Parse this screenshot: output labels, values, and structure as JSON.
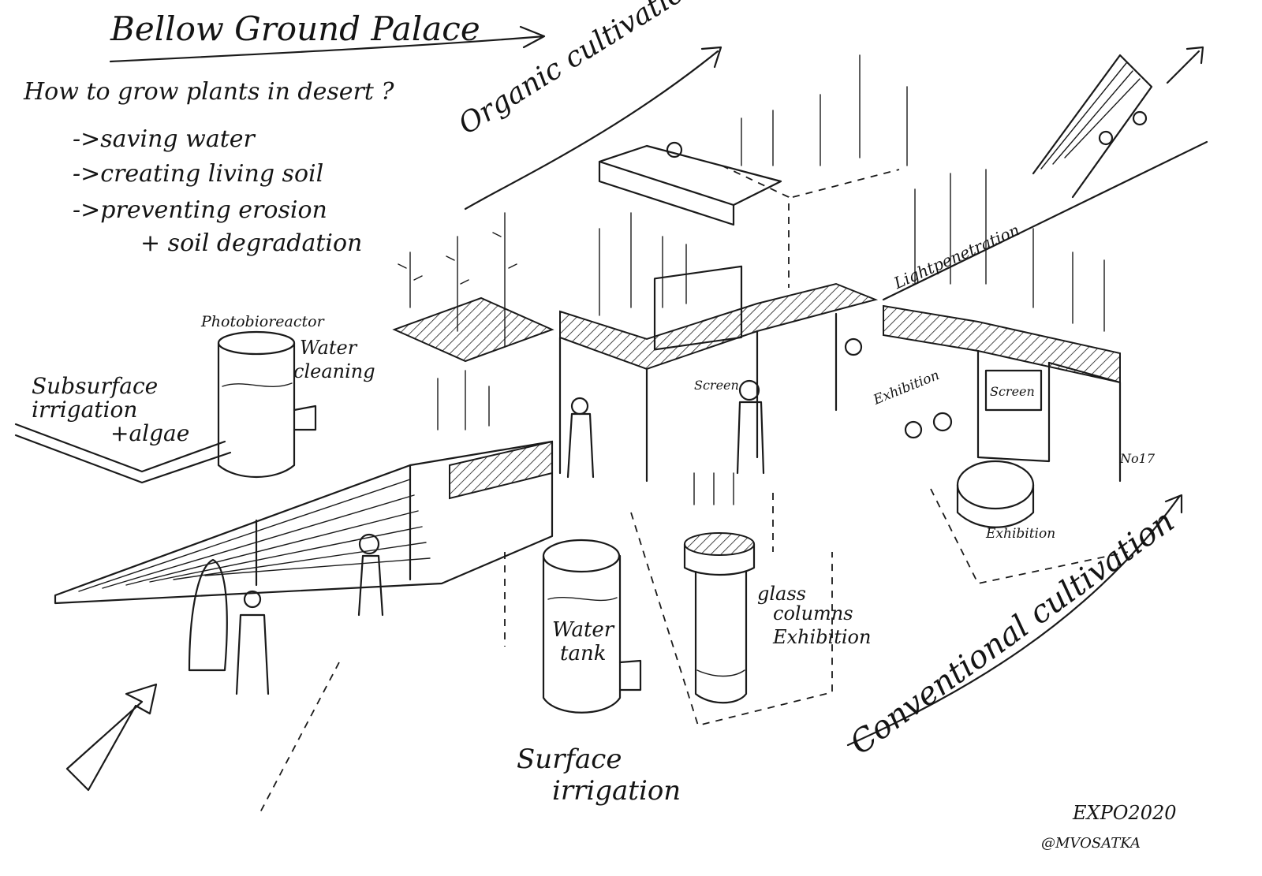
{
  "title": "Bellow Ground Palace",
  "question": "How to grow plants in desert ?",
  "goals": [
    "->saving water",
    "->creating living soil",
    "->preventing erosion",
    "+ soil degradation"
  ],
  "labels": {
    "organic": "Organic cultivation",
    "light": "Lightpenetration",
    "photobioreactor": "Photobioreactor",
    "water_cleaning_1": "Water",
    "water_cleaning_2": "cleaning",
    "subsurface_1": "Subsurface",
    "subsurface_2": "irrigation",
    "subsurface_3": "+algae",
    "screen_1": "Screen",
    "screen_2": "Screen",
    "exhibition_1": "Exhibition",
    "exhibition_2": "Exhibition",
    "glass_1": "glass",
    "glass_2": "columns",
    "glass_3": "Exhibition",
    "water_tank_1": "Water",
    "water_tank_2": "tank",
    "surface_1": "Surface",
    "surface_2": "irrigation",
    "conventional": "Conventional cultivation",
    "number": "No17",
    "expo": "EXPO2020",
    "credit": "@MVOSATKA"
  }
}
